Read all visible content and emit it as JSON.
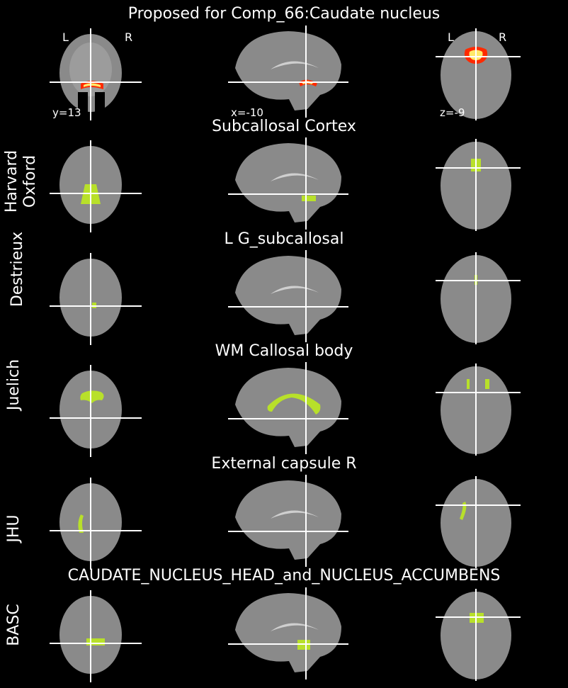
{
  "main_title": "Proposed for Comp_66:Caudate nucleus",
  "orientation": {
    "left": "L",
    "right": "R"
  },
  "coords": {
    "coronal": "y=13",
    "sagittal": "x=-10",
    "axial": "z=-9"
  },
  "rows": [
    {
      "atlas": "Harvard\nOxford",
      "region": "Subcallosal Cortex"
    },
    {
      "atlas": "Destrieux",
      "region": "L G_subcallosal"
    },
    {
      "atlas": "Juelich",
      "region": "WM Callosal body"
    },
    {
      "atlas": "JHU",
      "region": "External capsule R"
    },
    {
      "atlas": "BASC",
      "region": "CAUDATE_NUCLEUS_HEAD_and_NUCLEUS_ACCUMBENS"
    }
  ],
  "colors": {
    "background": "#000000",
    "brain": "#8a8a8a",
    "overlay": "#b8e02a",
    "crosshair": "#ffffff"
  }
}
